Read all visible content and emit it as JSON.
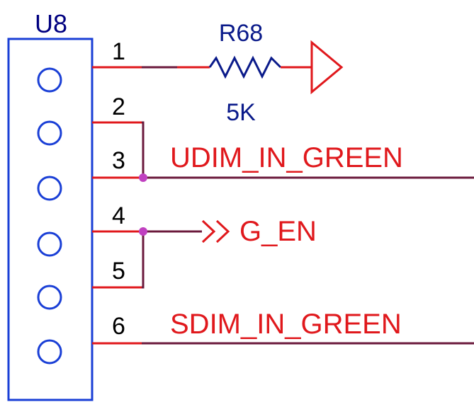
{
  "component": {
    "designator": "U8",
    "pin_count": 6,
    "pins": [
      {
        "number": "1"
      },
      {
        "number": "2"
      },
      {
        "number": "3"
      },
      {
        "number": "4"
      },
      {
        "number": "5"
      },
      {
        "number": "6"
      }
    ]
  },
  "resistor": {
    "designator": "R68",
    "value": "5K"
  },
  "nets": {
    "pin3": "UDIM_IN_GREEN",
    "pin4": "G_EN",
    "pin6": "SDIM_IN_GREEN"
  },
  "colors": {
    "body_outline": "#1a3fd6",
    "pin_circle": "#1a3fd6",
    "designator_text": "#000080",
    "pin_number_text": "#000000",
    "net_label_text": "#e0181c",
    "pin_line": "#e0181c",
    "wire": "#6b1a3c",
    "junction": "#c040c0",
    "resistor": "#0a1a8a",
    "port_symbol": "#e0181c"
  }
}
